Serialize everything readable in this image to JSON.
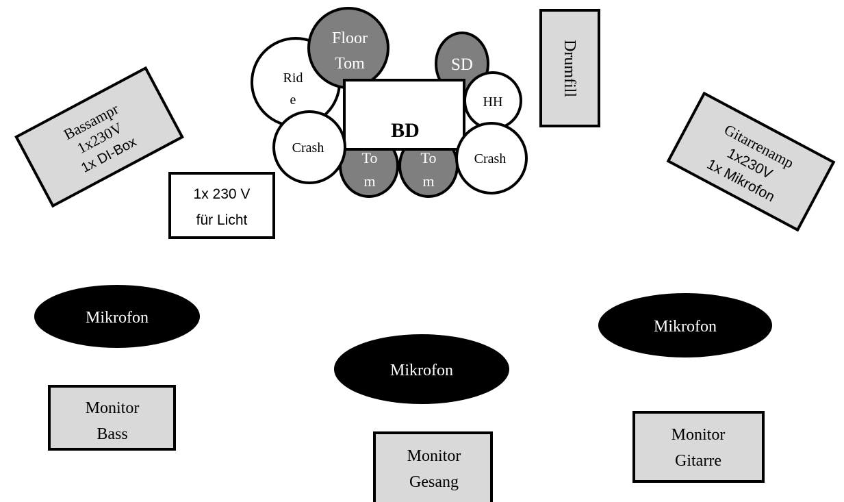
{
  "colors": {
    "amp_fill": "#d9d9d9",
    "monitor_fill": "#d9d9d9",
    "drum_dark": "#7f7f7f",
    "outline": "#000000",
    "mic_fill": "#000000",
    "mic_text": "#ffffff",
    "white": "#ffffff"
  },
  "bass_amp": {
    "line1": "Bassampr",
    "line2": "1x230V",
    "line3": "1x DI-Box"
  },
  "guitar_amp": {
    "line1": "Gitarrenamp",
    "line2": "1x230V",
    "line3": "1x Mikrofon"
  },
  "power_light": {
    "line1": "1x 230 V",
    "line2": "für Licht"
  },
  "drumfill": {
    "label": "Drumfill"
  },
  "drums": {
    "floor_tom": {
      "line1": "Floor",
      "line2": "Tom"
    },
    "ride": {
      "line1": "Rid",
      "line2": "e"
    },
    "snare": {
      "label": "SD"
    },
    "hihat": {
      "label": "HH"
    },
    "bass_drum": {
      "label": "BD"
    },
    "crash_left": {
      "label": "Crash"
    },
    "crash_right": {
      "label": "Crash"
    },
    "tom_left": {
      "line1": "To",
      "line2": "m"
    },
    "tom_right": {
      "line1": "To",
      "line2": "m"
    }
  },
  "microphones": {
    "left": "Mikrofon",
    "center": "Mikrofon",
    "right": "Mikrofon"
  },
  "monitors": {
    "bass": {
      "line1": "Monitor",
      "line2": "Bass"
    },
    "vocals": {
      "line1": "Monitor",
      "line2": "Gesang"
    },
    "guitar": {
      "line1": "Monitor",
      "line2": "Gitarre"
    }
  }
}
